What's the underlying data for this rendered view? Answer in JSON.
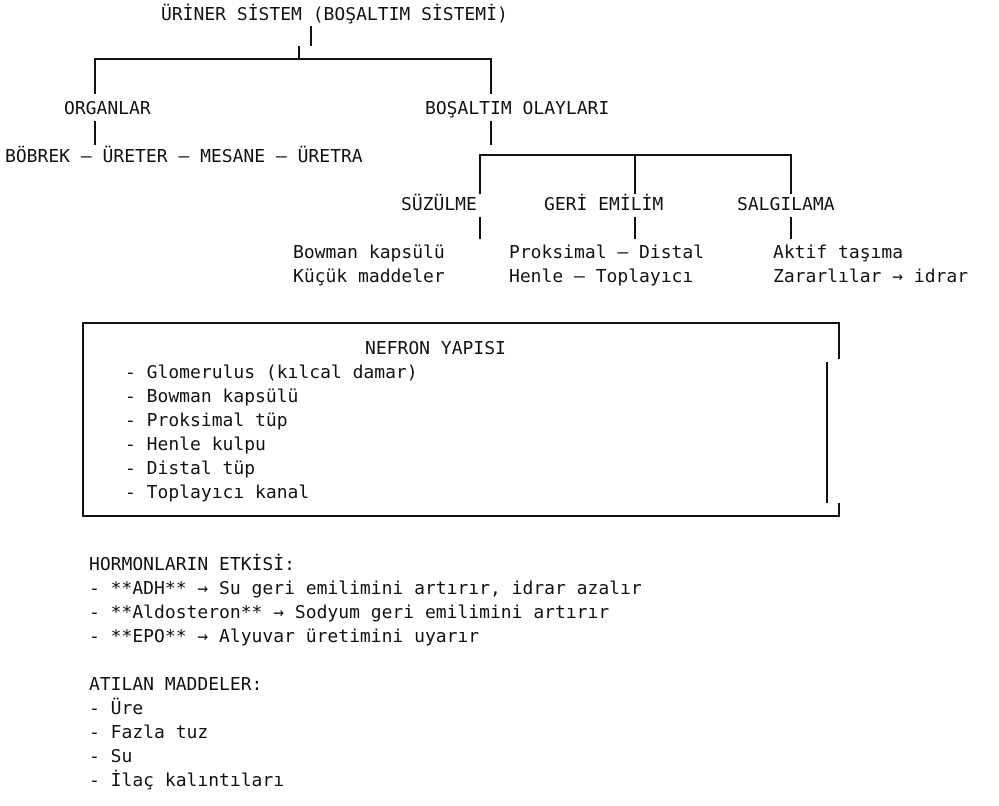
{
  "title": "ÜRİNER SİSTEM (BOŞALTIM SİSTEMİ)",
  "organlar": {
    "heading": "ORGANLAR",
    "list": "BÖBREK – ÜRETER – MESANE – ÜRETRA"
  },
  "bosaltim": {
    "heading": "BOŞALTIM OLAYLARI",
    "suzulme": {
      "label": "SÜZÜLME",
      "line1": "Bowman kapsülü",
      "line2": "Küçük maddeler"
    },
    "geri_emilim": {
      "label": "GERİ EMİLİM",
      "line1": "Proksimal – Distal",
      "line2": "Henle – Toplayıcı"
    },
    "salgilama": {
      "label": "SALGILAMA",
      "line1": "Aktif taşıma",
      "line2": "Zararlılar → idrar"
    }
  },
  "nefron": {
    "title": "NEFRON YAPISI",
    "items": [
      "- Glomerulus (kılcal damar)",
      "- Bowman kapsülü",
      "- Proksimal tüp",
      "- Henle kulpu",
      "- Distal tüp",
      "- Toplayıcı kanal"
    ]
  },
  "hormonlar": {
    "heading": "HORMONLARIN ETKİSİ:",
    "items": [
      "- **ADH** → Su geri emilimini artırır, idrar azalır",
      "- **Aldosteron** → Sodyum geri emilimini artırır",
      "- **EPO** → Alyuvar üretimini uyarır"
    ]
  },
  "atilan": {
    "heading": "ATILAN MADDELER:",
    "items": [
      "- Üre",
      "- Fazla tuz",
      "- Su",
      "- İlaç kalıntıları"
    ]
  }
}
